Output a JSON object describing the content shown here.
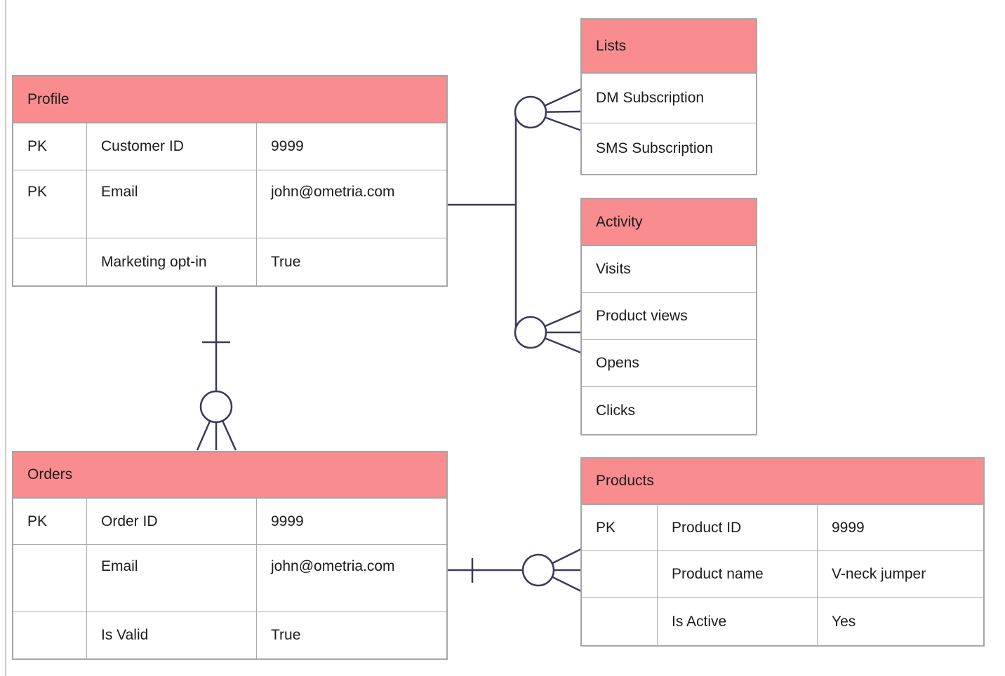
{
  "colors": {
    "header_pink": "#F98C8E",
    "line_navy": "#3A3A5E",
    "border_gray": "#A6A6A6",
    "inner_gray": "#ADADAD",
    "text_color": "#1C1C1C",
    "page_edge_gray": "#C9C9C9"
  },
  "tables": {
    "profile": {
      "title": "Profile",
      "rows": [
        {
          "key": "PK",
          "field": "Customer ID",
          "value": "9999"
        },
        {
          "key": "PK",
          "field": "Email",
          "value": "john@ometria.com"
        },
        {
          "key": "",
          "field": "Marketing opt-in",
          "value": "True"
        }
      ]
    },
    "lists": {
      "title": "Lists",
      "rows": [
        {
          "field": "DM Subscription"
        },
        {
          "field": "SMS Subscription"
        }
      ]
    },
    "activity": {
      "title": "Activity",
      "rows": [
        {
          "field": "Visits"
        },
        {
          "field": "Product views"
        },
        {
          "field": "Opens"
        },
        {
          "field": "Clicks"
        }
      ]
    },
    "orders": {
      "title": "Orders",
      "rows": [
        {
          "key": "PK",
          "field": "Order ID",
          "value": "9999"
        },
        {
          "key": "",
          "field": "Email",
          "value": "john@ometria.com"
        },
        {
          "key": "",
          "field": "Is Valid",
          "value": "True"
        }
      ]
    },
    "products": {
      "title": "Products",
      "rows": [
        {
          "key": "PK",
          "field": "Product ID",
          "value": "9999"
        },
        {
          "key": "",
          "field": "Product name",
          "value": "V-neck jumper"
        },
        {
          "key": "",
          "field": "Is Active",
          "value": "Yes"
        }
      ]
    }
  },
  "relationships": [
    {
      "from": "Profile.Email",
      "to": "Lists",
      "notation": "zero-or-many"
    },
    {
      "from": "Profile.Email",
      "to": "Activity",
      "notation": "zero-or-many"
    },
    {
      "from": "Profile",
      "to": "Orders",
      "notation": "one-to-zero-or-many"
    },
    {
      "from": "Orders.Email",
      "to": "Products",
      "notation": "one-to-zero-or-many"
    }
  ]
}
